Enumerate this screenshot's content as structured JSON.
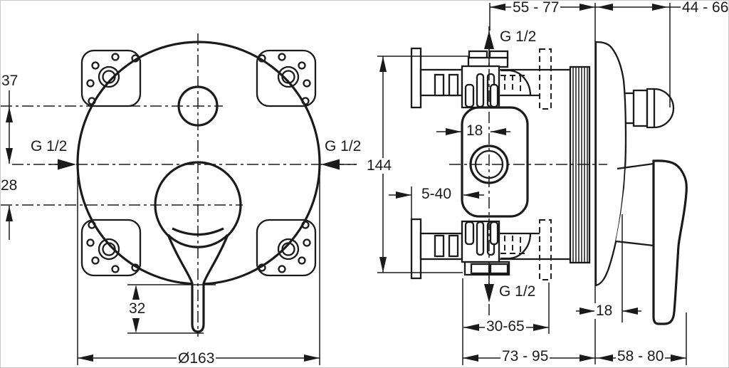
{
  "drawing": {
    "front_view": {
      "diverter_to_center": "37",
      "center_to_handle": "28",
      "handle_overhang": "32",
      "plate_diameter": "Ø163",
      "inlet_left": "G 1/2",
      "inlet_right": "G 1/2"
    },
    "side_view": {
      "center_to_wall_range": "55 - 77",
      "wall_to_knob_range": "44 - 66",
      "outlet_top": "G 1/2",
      "outlet_bottom": "G 1/2",
      "body_height": "144",
      "face_to_cartridge_center": "18",
      "flange_adjust_range": "5-40",
      "wall_to_plate_face": "18",
      "body_adjust_range": "30-65",
      "total_rough_in_range": "73 - 95",
      "wall_to_handle_range": "58 - 80"
    },
    "colors": {
      "line": "#1a1a1a",
      "background": "#ffffff",
      "border": "#c9c9c9"
    }
  }
}
